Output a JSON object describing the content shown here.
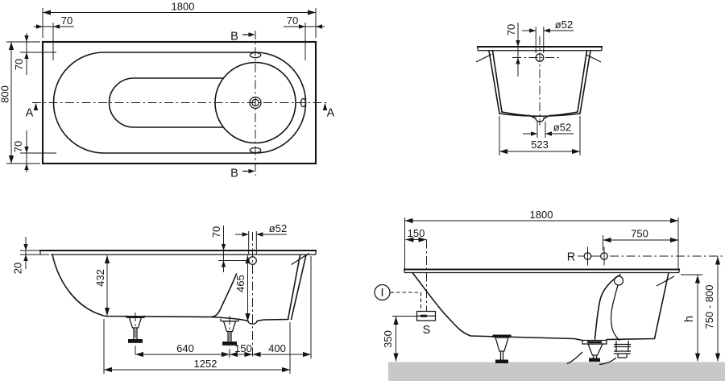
{
  "colors": {
    "line": "#141414",
    "tub_fill": "#e9e9e9",
    "floor_fill": "#c8c8c8",
    "background": "#ffffff"
  },
  "views": {
    "plan": {
      "length": "1800",
      "width": "800",
      "inset_top_left": "70",
      "inset_top_right": "70",
      "inset_left_top": "70",
      "inset_left_bottom": "70",
      "section_a": "A",
      "section_b": "B"
    },
    "cross_section": {
      "overflow_offset": "70",
      "overflow_dia": "ø52",
      "drain_dia": "ø52",
      "base_width": "523"
    },
    "side_section": {
      "rim_thickness": "20",
      "inner_depth": "432",
      "overflow_offset": "70",
      "overflow_dia": "ø52",
      "overflow_depth": "465",
      "foot_spacing": "640",
      "foot_to_drain": "150",
      "drain_to_end": "400",
      "base_length": "1252"
    },
    "installation": {
      "length": "1800",
      "supply_offset": "150",
      "fitting_offset": "750",
      "fitting_label": "R",
      "inlet_label": "I",
      "supply_label": "S",
      "supply_height": "350",
      "height_label": "h",
      "height_range": "750 - 800"
    }
  }
}
